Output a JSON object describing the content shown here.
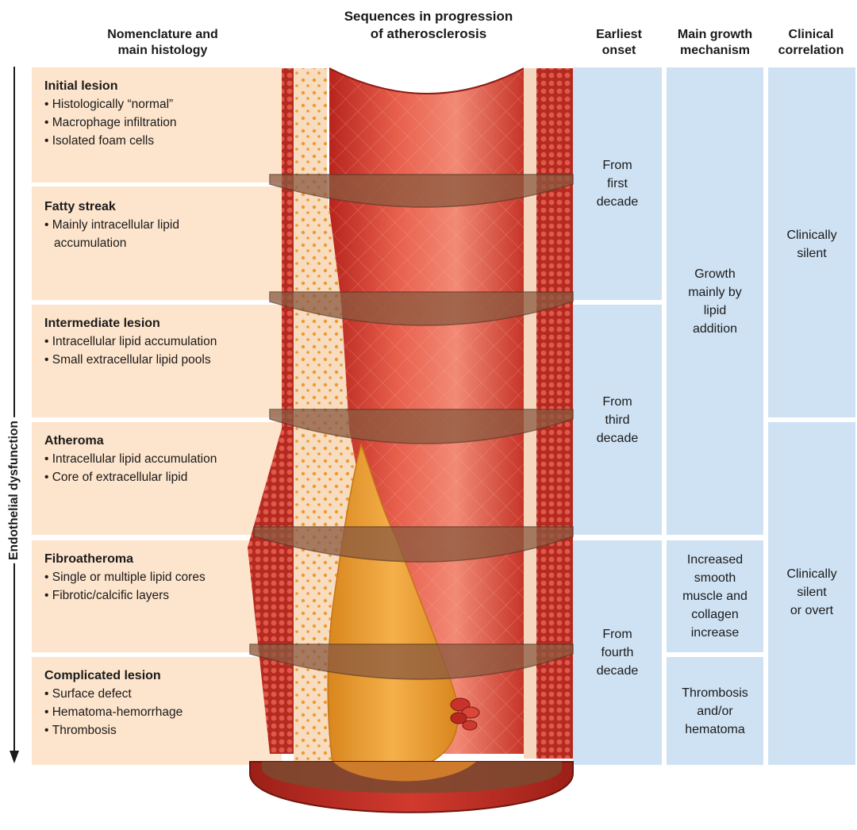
{
  "headers": {
    "nomenclature": [
      "Nomenclature and",
      "main histology"
    ],
    "sequences": [
      "Sequences in progression",
      "of atherosclerosis"
    ],
    "onset": [
      "Earliest",
      "onset"
    ],
    "growth": [
      "Main growth",
      "mechanism"
    ],
    "clinical": [
      "Clinical",
      "correlation"
    ]
  },
  "side_label": "Endothelial dysfunction",
  "stages": [
    {
      "title": "Initial lesion",
      "bullets": [
        "Histologically “normal”",
        "Macrophage infiltration",
        "Isolated foam cells"
      ]
    },
    {
      "title": "Fatty streak",
      "bullets": [
        "Mainly intracellular lipid accumulation"
      ]
    },
    {
      "title": "Intermediate lesion",
      "bullets": [
        "Intracellular lipid accumulation",
        "Small extracellular lipid pools"
      ]
    },
    {
      "title": "Atheroma",
      "bullets": [
        "Intracellular lipid accumulation",
        "Core of extracellular lipid"
      ]
    },
    {
      "title": "Fibroatheroma",
      "bullets": [
        "Single or multiple lipid cores",
        "Fibrotic/calcific layers"
      ]
    },
    {
      "title": "Complicated lesion",
      "bullets": [
        "Surface defect",
        "Hematoma-hemorrhage",
        "Thrombosis"
      ]
    }
  ],
  "onset": [
    {
      "lines": [
        "From",
        "first",
        "decade"
      ]
    },
    {
      "lines": [
        "From",
        "third",
        "decade"
      ]
    },
    {
      "lines": [
        "From",
        "fourth",
        "decade"
      ]
    }
  ],
  "growth": [
    {
      "lines": [
        "Growth",
        "mainly by",
        "lipid",
        "addition"
      ]
    },
    {
      "lines": [
        "Increased",
        "smooth",
        "muscle and",
        "collagen",
        "increase"
      ]
    },
    {
      "lines": [
        "Thrombosis",
        "and/or",
        "hematoma"
      ]
    }
  ],
  "clinical": [
    {
      "lines": [
        "Clinically",
        "silent"
      ]
    },
    {
      "lines": [
        "Clinically",
        "silent",
        "or overt"
      ]
    }
  ],
  "colors": {
    "stage_bg": "#fde4cc",
    "column_bg": "#cfe2f3",
    "vessel_wall": "#c8312a",
    "vessel_lumen": "#e35a4a",
    "lipid": "#f0a030",
    "plaque_core": "#f0a33a"
  }
}
